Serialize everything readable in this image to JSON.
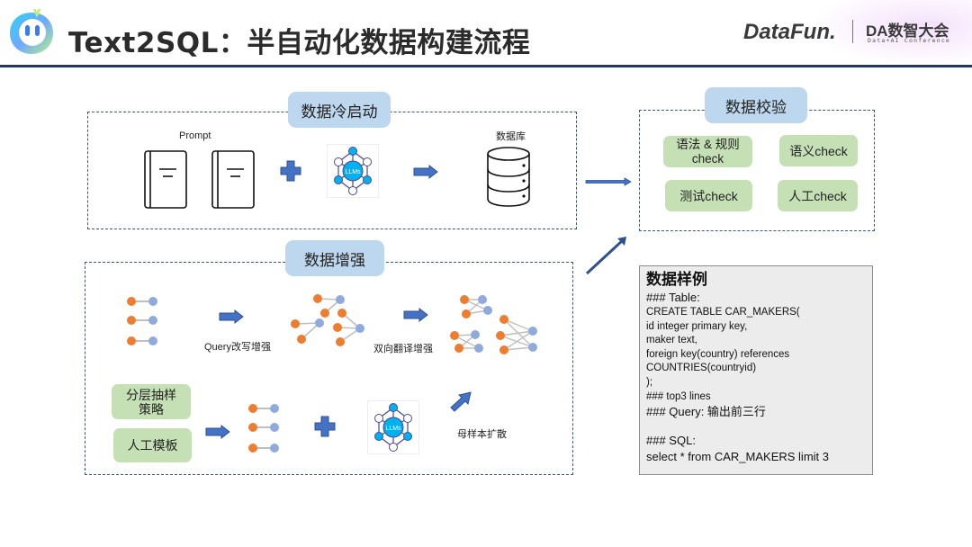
{
  "header": {
    "title": "Text2SQL：半自动化数据构建流程",
    "brand_datafun": "DataFun.",
    "brand_da": "DA数智大会",
    "brand_da_sub": "Data+AI Conference"
  },
  "cold_start": {
    "tag": "数据冷启动",
    "prompt_label": "Prompt",
    "db_label": "数据库",
    "llm_label": "LLMs"
  },
  "validation": {
    "tag": "数据校验",
    "checks": [
      "语法 & 规则\ncheck",
      "语义check",
      "测试check",
      "人工check"
    ]
  },
  "augment": {
    "tag": "数据增强",
    "query_rewrite_label": "Query改写增强",
    "back_translation_label": "双向翻译增强",
    "strategy_boxes": [
      "分层抽样\n策略",
      "人工模板"
    ],
    "seed_expand_label": "母样本扩散",
    "llm_label": "LLMs"
  },
  "sample": {
    "title": "数据样例",
    "lines": [
      "### Table:",
      "CREATE TABLE CAR_MAKERS(",
      "id integer primary key,",
      "maker text,",
      "foreign key(country) references",
      "COUNTRIES(countryid)",
      ");",
      "### top3 lines",
      "### Query:  输出前三行",
      "",
      "### SQL:",
      "select * from CAR_MAKERS limit 3"
    ]
  },
  "colors": {
    "accent_blue": "#4472c4",
    "tag_blue": "#bdd7ee",
    "check_green": "#c5e0b4",
    "node_orange": "#ed7d31",
    "node_blue": "#8faadc",
    "llm_cyan": "#00b0f0",
    "rule_navy": "#1f3864"
  }
}
